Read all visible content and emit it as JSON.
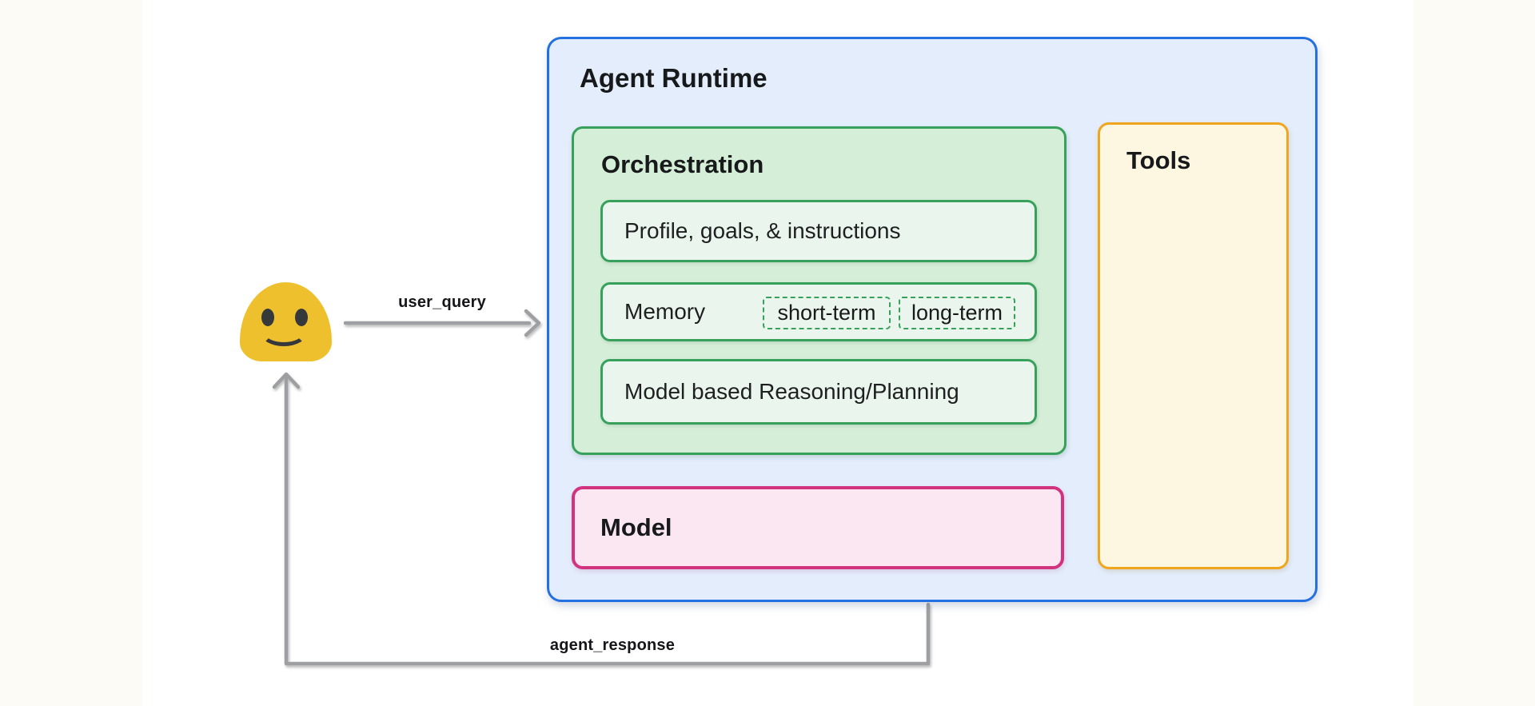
{
  "colors": {
    "blue_border": "#2470e0",
    "blue_fill": "#e3edfc",
    "green_border": "#37a15c",
    "green_fill": "#d5eed8",
    "inner_green_fill": "#eaf6ed",
    "pink_border": "#d1337f",
    "pink_fill": "#fbe7f2",
    "yellow_border": "#efa61e",
    "yellow_fill": "#fdf7e2",
    "arrow": "#9d9fa2",
    "text": "#1d1f21",
    "strip": "#fdfbf6",
    "face_yellow": "#efc02e",
    "face_features": "#36393c"
  },
  "user": {
    "icon": "smiley-blob-emoji"
  },
  "flow": {
    "user_query_label": "user_query",
    "agent_response_label": "agent_response"
  },
  "agent_runtime": {
    "title": "Agent Runtime",
    "orchestration": {
      "title": "Orchestration",
      "rows": [
        {
          "label": "Profile, goals, & instructions"
        },
        {
          "label": "Memory",
          "chips": [
            "short-term",
            "long-term"
          ]
        },
        {
          "label": "Model based Reasoning/Planning"
        }
      ]
    },
    "model": {
      "title": "Model"
    },
    "tools": {
      "title": "Tools"
    }
  }
}
